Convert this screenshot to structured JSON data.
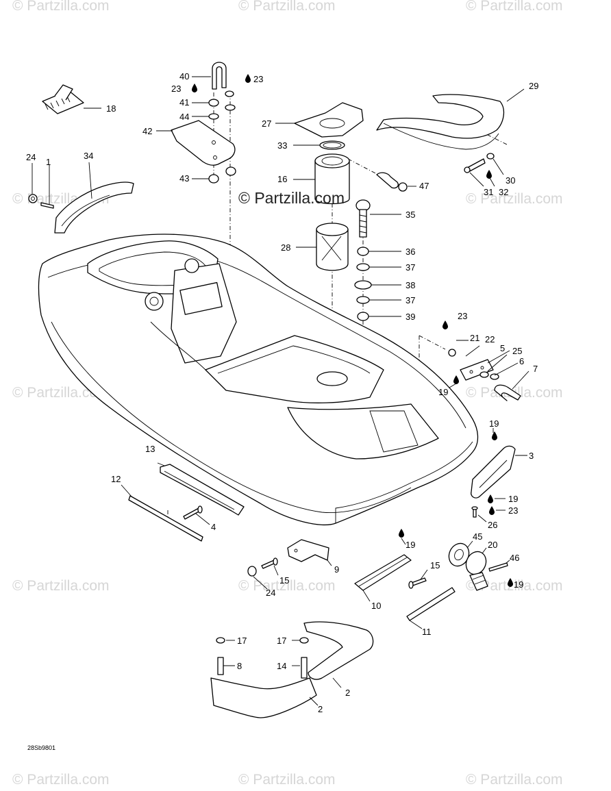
{
  "watermark": "© Partzilla.com",
  "center_watermark": "© Partzilla.com",
  "drawing_code": "28Sb9801",
  "colors": {
    "line": "#000000",
    "watermark": "#d6d6d6",
    "background": "#ffffff"
  },
  "callouts": {
    "c1": "1",
    "c2a": "2",
    "c2b": "2",
    "c3": "3",
    "c4": "4",
    "c5": "5",
    "c6": "6",
    "c7": "7",
    "c8": "8",
    "c9": "9",
    "c10": "10",
    "c11": "11",
    "c12": "12",
    "c13": "13",
    "c14": "14",
    "c15a": "15",
    "c15b": "15",
    "c16": "16",
    "c17a": "17",
    "c17b": "17",
    "c18": "18",
    "c19a": "19",
    "c19b": "19",
    "c19c": "19",
    "c19d": "19",
    "c19e": "19",
    "c20": "20",
    "c21": "21",
    "c22": "22",
    "c23a": "23",
    "c23b": "23",
    "c23c": "23",
    "c23d": "23",
    "c24a": "24",
    "c24b": "24",
    "c25": "25",
    "c26": "26",
    "c27": "27",
    "c28": "28",
    "c29": "29",
    "c30": "30",
    "c31": "31",
    "c32": "32",
    "c33": "33",
    "c34": "34",
    "c35": "35",
    "c36": "36",
    "c37a": "37",
    "c37b": "37",
    "c38": "38",
    "c39": "39",
    "c40": "40",
    "c41": "41",
    "c42": "42",
    "c43": "43",
    "c44": "44",
    "c45": "45",
    "c46": "46",
    "c47": "47"
  }
}
